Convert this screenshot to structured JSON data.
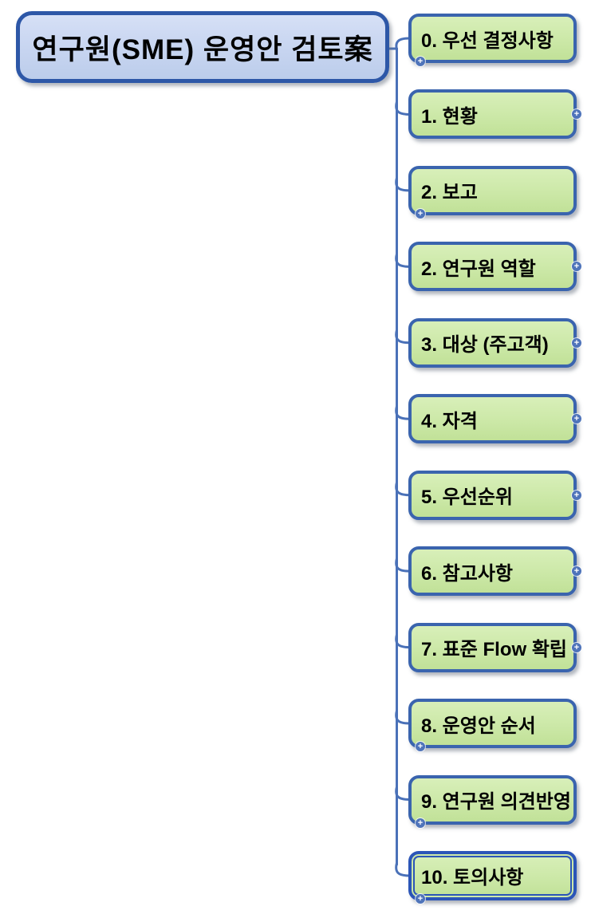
{
  "diagram": {
    "type": "mindmap",
    "root": {
      "label": "연구원(SME) 운영안 검토案"
    },
    "topics": [
      {
        "label": "0. 우선 결정사항",
        "plus": "bottom-left"
      },
      {
        "label": "1. 현황",
        "plus": "right"
      },
      {
        "label": "2. 보고",
        "plus": "bottom-left"
      },
      {
        "label": "2. 연구원 역할",
        "plus": "right"
      },
      {
        "label": "3. 대상 (주고객)",
        "plus": "right"
      },
      {
        "label": "4. 자격",
        "plus": "right"
      },
      {
        "label": "5. 우선순위",
        "plus": "right"
      },
      {
        "label": "6. 참고사항",
        "plus": "right"
      },
      {
        "label": "7. 표준 Flow 확립",
        "plus": "right"
      },
      {
        "label": "8. 운영안 순서",
        "plus": "bottom-left"
      },
      {
        "label": "9. 연구원 의견반영",
        "plus": "bottom-left"
      },
      {
        "label": "10. 토의사항",
        "plus": "bottom-left",
        "selected": true
      }
    ],
    "icons": {
      "expand_plus": "+"
    },
    "colors": {
      "background": "#ffffff",
      "root_fill": "#c9d6f1",
      "root_border": "#2d57a7",
      "topic_fill": "#cde9a9",
      "topic_border": "#3a64ae",
      "selected_border": "#2b55b8",
      "connector": "#4a71b8",
      "expand_icon_fill": "#4f74ba",
      "text": "#000000"
    }
  }
}
